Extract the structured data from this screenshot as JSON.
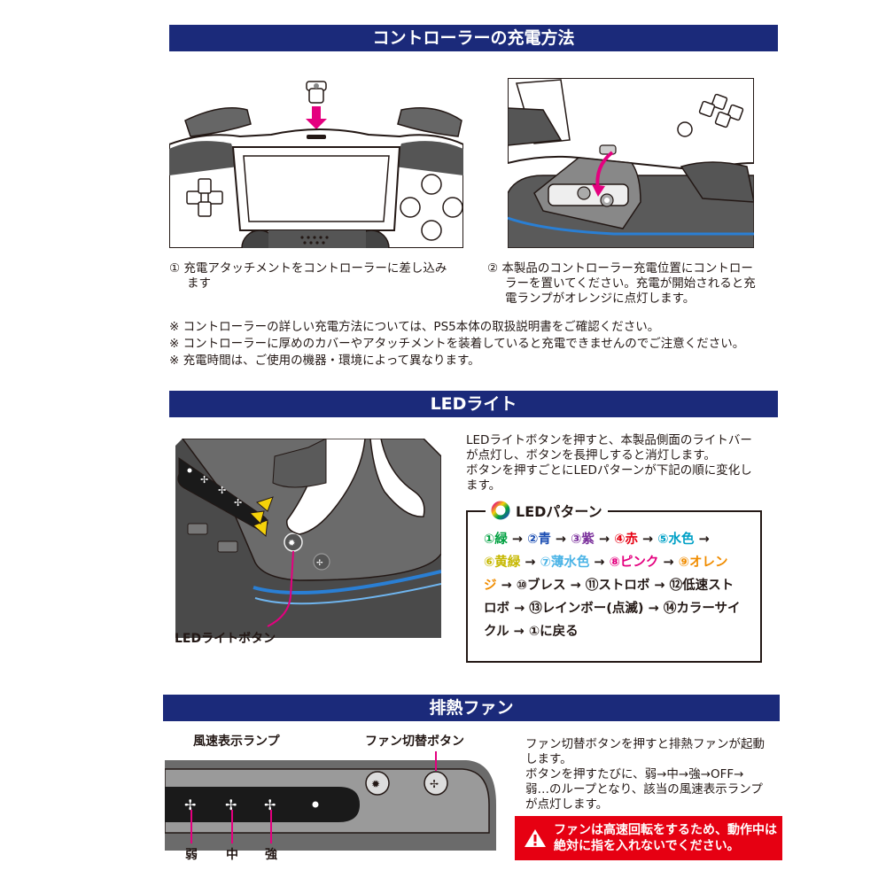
{
  "colors": {
    "banner": "#1b2a7a",
    "accent_magenta": "#e4007f",
    "warning_red": "#e60012",
    "led_blue": "#2a7fd4"
  },
  "section1": {
    "title": "コントローラーの充電方法",
    "step1_lines": [
      "① 充電アタッチメントをコントローラーに差し込み",
      "ます"
    ],
    "step2_lines": [
      "② 本製品のコントローラー充電位置にコントロー",
      "ラーを置いてください。充電が開始されると充",
      "電ランプがオレンジに点灯します。"
    ],
    "notes": [
      "※ コントローラーの詳しい充電方法については、PS5本体の取扱説明書をご確認ください。",
      "※ コントローラーに厚めのカバーやアタッチメントを装着していると充電できませんのでご注意ください。",
      "※ 充電時間は、ご使用の機器・環境によって異なります。"
    ]
  },
  "section2": {
    "title": "LEDライト",
    "desc_lines": [
      "LEDライトボタンを押すと、本製品側面のライトバー",
      "が点灯し、ボタンを長押しすると消灯します。",
      "ボタンを押すごとにLEDパターンが下記の順に変化し",
      "ます。"
    ],
    "pattern_title": "LEDパターン",
    "pattern": {
      "p1": "①緑",
      "p2": "②青",
      "p3": "③紫",
      "p4": "④赤",
      "p5": "⑤水色",
      "p6": "⑥黄緑",
      "p7": "⑦薄水色",
      "p8": "⑧ピンク",
      "p9a": "⑨オレン",
      "p9b": "ジ",
      "p10": "⑩ブレス",
      "p11": "⑪ストロボ",
      "p12a": "⑫低速スト",
      "p12b": "ロボ",
      "p13": "⑬レインボー(点滅)",
      "p14a": "⑭カラーサイ",
      "p14b": "クル",
      "p15": "①に戻る",
      "arrow": "→"
    },
    "button_label": "LEDライトボタン"
  },
  "section3": {
    "title": "排熱ファン",
    "lamp_label": "風速表示ランプ",
    "button_label": "ファン切替ボタン",
    "speed_labels": [
      "弱",
      "中",
      "強"
    ],
    "desc_lines": [
      "ファン切替ボタンを押すと排熱ファンが起動",
      "します。",
      "ボタンを押すたびに、弱→中→強→OFF→",
      "弱…のループとなり、該当の風速表示ランプ",
      "が点灯します。"
    ],
    "warning_lines": [
      "ファンは高速回転をするため、動作中は",
      "絶対に指を入れないでください。"
    ],
    "warning_icon": "warning-triangle-icon"
  }
}
